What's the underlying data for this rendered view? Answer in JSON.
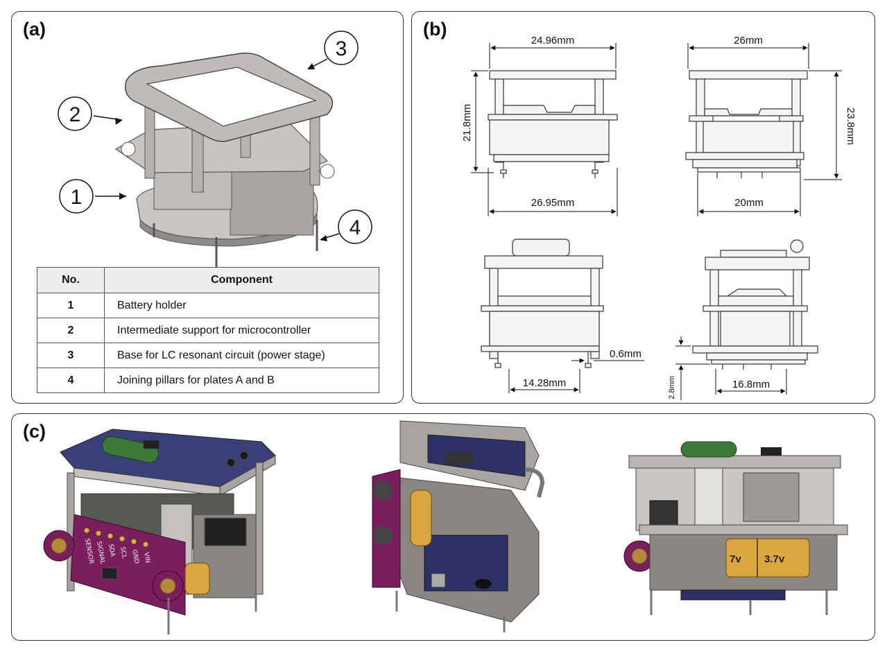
{
  "panel_a": {
    "label": "(a)",
    "callouts": [
      "1",
      "2",
      "3",
      "4"
    ],
    "table": {
      "headers": [
        "No.",
        "Component"
      ],
      "rows": [
        {
          "no": "1",
          "component": "Battery holder"
        },
        {
          "no": "2",
          "component": "Intermediate support for microcontroller"
        },
        {
          "no": "3",
          "component": "Base for LC resonant circuit (power stage)"
        },
        {
          "no": "4",
          "component": "Joining pillars for plates A and B"
        }
      ]
    }
  },
  "panel_b": {
    "label": "(b)",
    "dimensions": {
      "top_width_left": "24.96mm",
      "top_width_right": "26mm",
      "height_left": "21.8mm",
      "height_right": "23.8mm",
      "bottom_width_left": "26.95mm",
      "bottom_width_right": "20mm",
      "pillar_width": "0.6mm",
      "pillar_spacing": "14.28mm",
      "pin_spacing": "16.8mm",
      "pin_height": "2.8mm"
    }
  },
  "panel_c": {
    "label": "(c)",
    "pcb_pins": [
      "SENSOR",
      "SIGNAL",
      "SDA",
      "SCL",
      "GND",
      "VIN"
    ],
    "pcb_model": "2A-YD1B5VA",
    "battery_labels": [
      "7v",
      "3.7v"
    ]
  },
  "colors": {
    "frame_gray": "#b9b5b1",
    "pcb_blue": "#3b3f78",
    "pcb_purple": "#7a1e5e",
    "resistor_green": "#3c7a3a",
    "battery_amber": "#d9a640"
  }
}
